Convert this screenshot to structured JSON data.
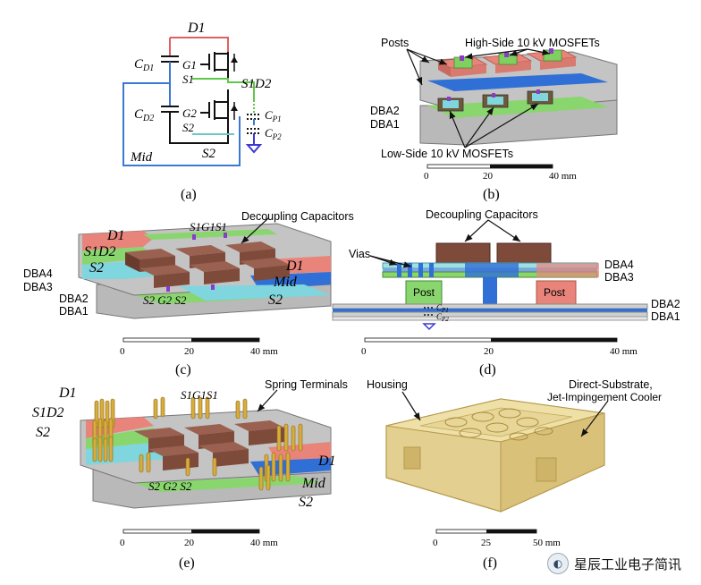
{
  "panels": {
    "a": {
      "caption": "(a)",
      "nodes": {
        "d1": "D1",
        "s1d2": "S1D2",
        "mid": "Mid",
        "s2": "S2",
        "g1": "G1",
        "s1": "S1",
        "g2": "G2",
        "s2b": "S2"
      },
      "caps": {
        "cd1": "C",
        "cd1_sub": "D1",
        "cd2": "C",
        "cd2_sub": "D2",
        "cp1": "C",
        "cp1_sub": "P1",
        "cp2": "C",
        "cp2_sub": "P2"
      }
    },
    "b": {
      "caption": "(b)",
      "labels": {
        "posts": "Posts",
        "high_side": "High-Side 10 kV MOSFETs",
        "dba2": "DBA2",
        "dba1": "DBA1",
        "low_side": "Low-Side 10 kV MOSFETs"
      },
      "scale": {
        "start": "0",
        "mid": "20",
        "end": "40 mm"
      }
    },
    "c": {
      "caption": "(c)",
      "labels": {
        "decoupling": "Decoupling Capacitors",
        "s1g1s1": "S1G1S1",
        "d1_left": "D1",
        "s1d2": "S1D2",
        "s2_left": "S2",
        "d1_right": "D1",
        "mid": "Mid",
        "s2_right": "S2",
        "dba4": "DBA4",
        "dba3": "DBA3",
        "dba2": "DBA2",
        "dba1": "DBA1",
        "s2g2s2": "S2 G2 S2"
      },
      "scale": {
        "start": "0",
        "mid": "20",
        "end": "40 mm"
      }
    },
    "d": {
      "caption": "(d)",
      "labels": {
        "decoupling": "Decoupling Capacitors",
        "vias": "Vias",
        "post_left": "Post",
        "post_right": "Post",
        "dba4": "DBA4",
        "dba3": "DBA3",
        "dba2": "DBA2",
        "dba1": "DBA1",
        "cp1": "C",
        "cp1_sub": "P1",
        "cp2": "C",
        "cp2_sub": "P2"
      },
      "scale": {
        "start": "0",
        "mid": "20",
        "end": "40 mm"
      }
    },
    "e": {
      "caption": "(e)",
      "labels": {
        "spring": "Spring Terminals",
        "d1_left": "D1",
        "s1d2": "S1D2",
        "s2_left": "S2",
        "s1g1s1": "S1G1S1",
        "d1_right": "D1",
        "mid": "Mid",
        "s2_right": "S2",
        "s2g2s2": "S2 G2 S2"
      },
      "scale": {
        "start": "0",
        "mid": "20",
        "end": "40 mm"
      }
    },
    "f": {
      "caption": "(f)",
      "labels": {
        "housing": "Housing",
        "cooler_1": "Direct-Substrate,",
        "cooler_2": "Jet-Impingement Cooler"
      },
      "scale": {
        "start": "0",
        "mid": "25",
        "end": "50 mm"
      }
    }
  },
  "watermark": {
    "text": "星辰工业电子简讯",
    "icon": "wechat-icon"
  },
  "colors": {
    "d1_red": "#e8847a",
    "s1d2_green": "#8ad66e",
    "s2_cyan": "#7fd6de",
    "mid_blue": "#2f6fd6",
    "cap_brown": "#7e4a3a",
    "pin_gold": "#d8ad3c",
    "substrate_gray": "#b8b8b8",
    "housing_tan": "#e3cf90"
  }
}
